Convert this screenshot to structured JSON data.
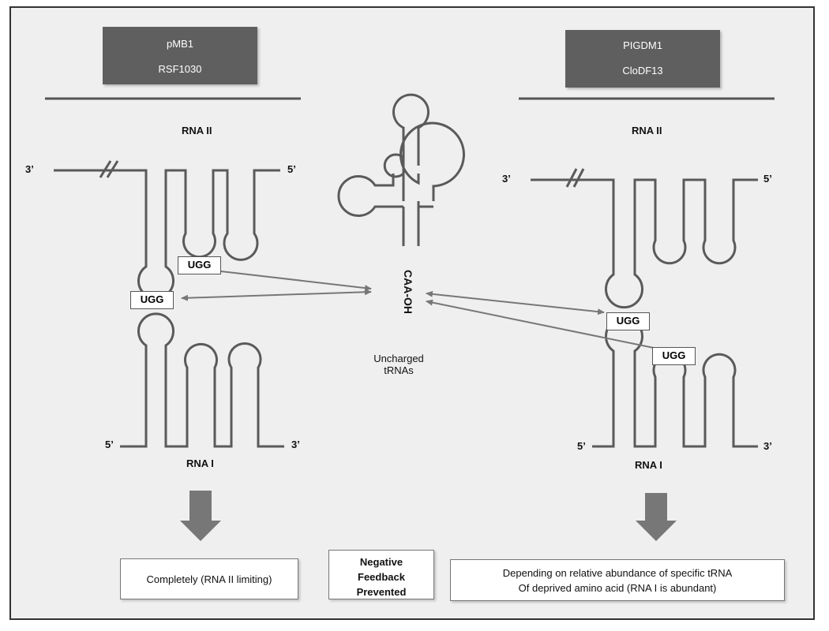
{
  "left_panel": {
    "header_line1": "pMB1",
    "header_line2": "RSF1030",
    "rna2_title": "RNA II",
    "rna1_title": "RNA I",
    "top_3prime": "3’",
    "top_5prime": "5’",
    "bottom_5prime": "5’",
    "bottom_3prime": "3’",
    "ugg_upper": "UGG",
    "ugg_lower": "UGG",
    "result": "Completely (RNA II limiting)"
  },
  "right_panel": {
    "header_line1": "PIGDM1",
    "header_line2": "CloDF13",
    "rna2_title": "RNA II",
    "rna1_title": "RNA I",
    "top_3prime": "3’",
    "top_5prime": "5’",
    "bottom_5prime": "5’",
    "bottom_3prime": "3’",
    "ugg_upper": "UGG",
    "ugg_lower": "UGG",
    "result_line1": "Depending on relative abundance of specific tRNA",
    "result_line2": "Of deprived amino acid (RNA I is abundant)"
  },
  "center": {
    "trna_end_label": "CAA-OH",
    "caption_line1": "Uncharged",
    "caption_line2": "tRNAs",
    "feedback_line1": "Negative",
    "feedback_line2": "Feedback",
    "feedback_line3": "Prevented"
  },
  "colors": {
    "background": "#efefef",
    "header_fill": "#5f5f5f",
    "strand": "#555555",
    "arrow": "#777777"
  }
}
